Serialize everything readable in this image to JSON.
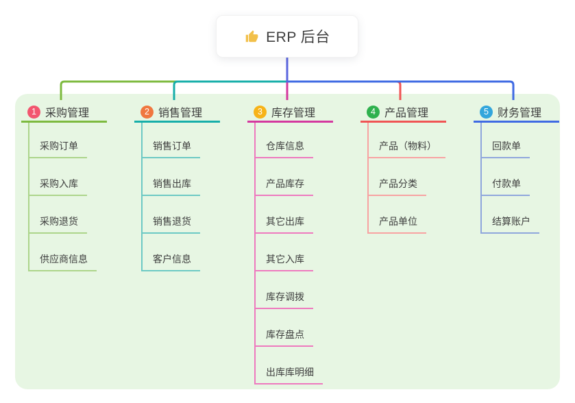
{
  "root": {
    "title": "ERP 后台",
    "icon": "thumbs-up-icon"
  },
  "colors": {
    "page_bg": "#ffffff",
    "panel_bg": "#e7f6e3",
    "text": "#3d3d3d",
    "root_line": "#5b66df",
    "thumb_icon": "#f2c04a"
  },
  "branches": [
    {
      "number": "1",
      "label": "采购管理",
      "badge_color": "#f2566f",
      "line_color": "#7dba3f",
      "child_line_color": "#acd58a",
      "children": [
        "采购订单",
        "采购入库",
        "采购退货",
        "供应商信息"
      ]
    },
    {
      "number": "2",
      "label": "销售管理",
      "badge_color": "#f0773f",
      "line_color": "#16aea9",
      "child_line_color": "#6cc9c4",
      "children": [
        "销售订单",
        "销售出库",
        "销售退货",
        "客户信息"
      ]
    },
    {
      "number": "3",
      "label": "库存管理",
      "badge_color": "#f7b318",
      "line_color": "#d4389f",
      "child_line_color": "#ee79be",
      "children": [
        "仓库信息",
        "产品库存",
        "其它出库",
        "其它入库",
        "库存调拨",
        "库存盘点",
        "出库库明细"
      ]
    },
    {
      "number": "4",
      "label": "产品管理",
      "badge_color": "#2fb14e",
      "line_color": "#f05454",
      "child_line_color": "#f8a2a2",
      "children": [
        "产品（物料）",
        "产品分类",
        "产品单位"
      ]
    },
    {
      "number": "5",
      "label": "财务管理",
      "badge_color": "#33a6dc",
      "line_color": "#3f6ae3",
      "child_line_color": "#8fa6dc",
      "children": [
        "回款单",
        "付款单",
        "结算账户"
      ]
    }
  ]
}
